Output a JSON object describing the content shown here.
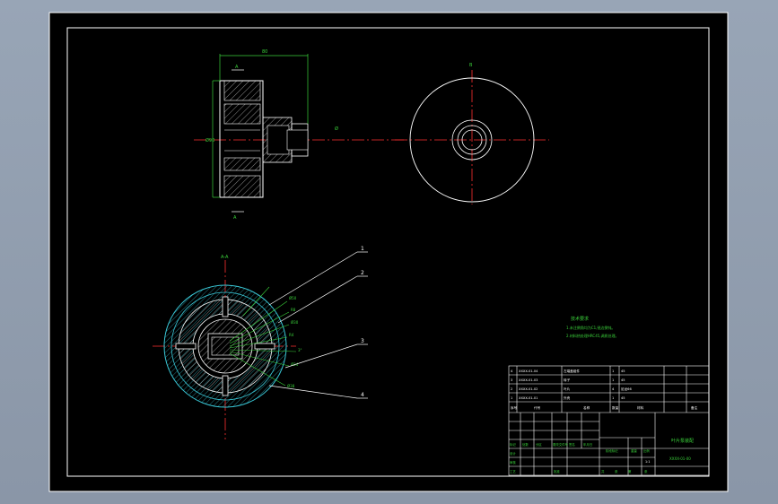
{
  "drawing": {
    "dim_width": "80",
    "dim_dia": "Ø90",
    "dim_side": "Ø",
    "label_a": "A",
    "label_a2": "A",
    "label_b": "B",
    "label_c": "A-A",
    "section_label": "A-A",
    "balloons": [
      "1",
      "2",
      "3",
      "4"
    ],
    "leader_texts": [
      "Ø50",
      "R8",
      "Ø30",
      "R4",
      "3°",
      "Ø24",
      "Ø38"
    ],
    "tech_title": "技术要求",
    "tech_lines": [
      "1.未注倒角均为C1,锐边倒钝。",
      "2.材料热处理HRC45,调质处理。"
    ],
    "bom_rows": [
      {
        "no": "4",
        "code": "XXXX-01-04",
        "name": "左端盖组件",
        "qty": "1",
        "mat": "45"
      },
      {
        "no": "3",
        "code": "XXXX-01-03",
        "name": "转子",
        "qty": "1",
        "mat": "45"
      },
      {
        "no": "2",
        "code": "XXXX-01-02",
        "name": "叶片",
        "qty": "4",
        "mat": "尼龙66"
      },
      {
        "no": "1",
        "code": "XXXX-01-01",
        "name": "外壳",
        "qty": "1",
        "mat": "45"
      }
    ],
    "bom_header": [
      "序号",
      "代号",
      "名称",
      "数量",
      "材料",
      "备注"
    ],
    "title_name": "叶片泵装配",
    "title_code": "XXXX-01-00",
    "title_scale": "1:1",
    "title_labels": [
      "标记",
      "处数",
      "分区",
      "更改文件号",
      "签名",
      "年月日",
      "设计",
      "审核",
      "工艺",
      "批准",
      "阶段标记",
      "重量",
      "比例",
      "共",
      "张",
      "第",
      "张"
    ]
  }
}
